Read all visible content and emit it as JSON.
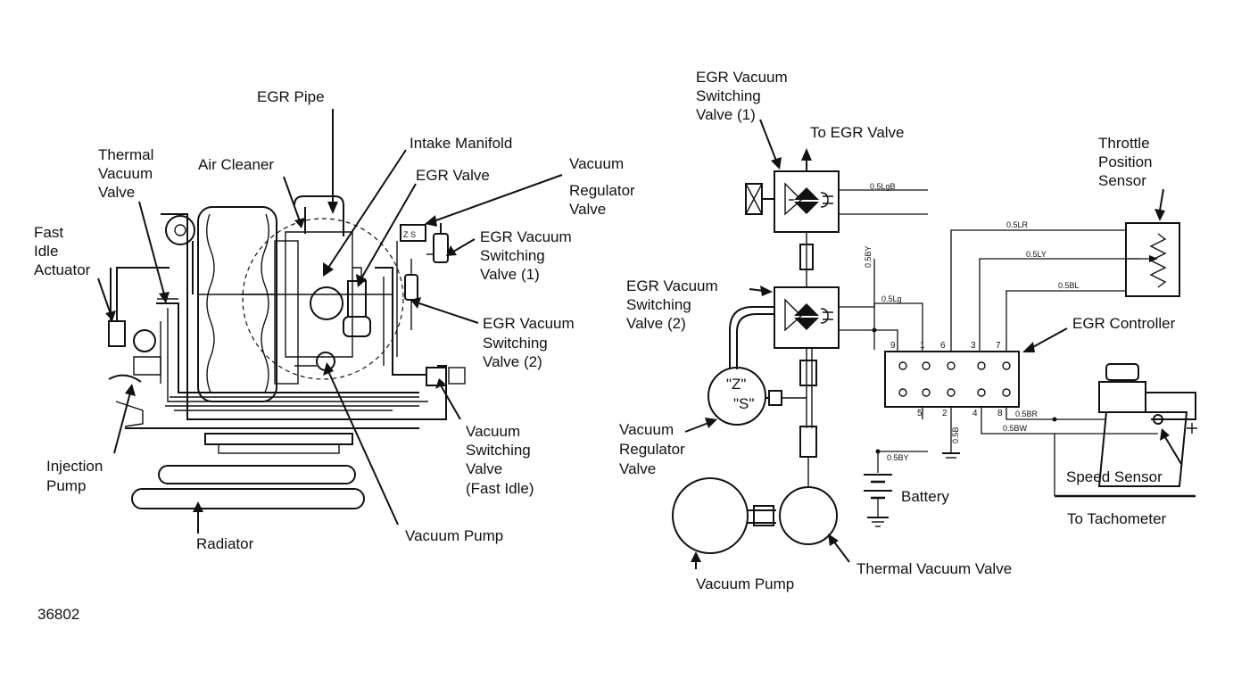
{
  "figure_id": "36802",
  "engine_view": {
    "labels": {
      "egr_pipe": "EGR Pipe",
      "intake_manifold": "Intake Manifold",
      "thermal_vacuum_valve": [
        "Thermal",
        "Vacuum",
        "Valve"
      ],
      "air_cleaner": "Air Cleaner",
      "egr_valve": "EGR Valve",
      "vacuum_regulator_valve": [
        "Vacuum",
        "Regulator",
        "Valve"
      ],
      "fast_idle_actuator": [
        "Fast",
        "Idle",
        "Actuator"
      ],
      "egr_vacuum_switching_valve_1": [
        "EGR Vacuum",
        "Switching",
        "Valve (1)"
      ],
      "egr_vacuum_switching_valve_2": [
        "EGR Vacuum",
        "Switching",
        "Valve (2)"
      ],
      "vacuum_switching_valve_fast_idle": [
        "Vacuum",
        "Switching",
        "Valve",
        "(Fast Idle)"
      ],
      "injection_pump": [
        "Injection",
        "Pump"
      ],
      "vacuum_pump": "Vacuum Pump",
      "radiator": "Radiator",
      "zs_marking": "Z S"
    }
  },
  "schematic": {
    "labels": {
      "egr_vacuum_switching_valve_1": [
        "EGR Vacuum",
        "Switching",
        "Valve (1)"
      ],
      "to_egr_valve": "To EGR Valve",
      "throttle_position_sensor": [
        "Throttle",
        "Position",
        "Sensor"
      ],
      "egr_vacuum_switching_valve_2": [
        "EGR Vacuum",
        "Switching",
        "Valve (2)"
      ],
      "egr_controller": "EGR Controller",
      "vacuum_regulator_valve": [
        "Vacuum",
        "Regulator",
        "Valve"
      ],
      "regulator_z": "\"Z\"",
      "regulator_s": "\"S\"",
      "battery": "Battery",
      "speed_sensor": "Speed Sensor",
      "to_tachometer": "To Tachometer",
      "vacuum_pump": "Vacuum Pump",
      "thermal_vacuum_valve": "Thermal Vacuum Valve"
    },
    "wire_codes": {
      "w_05lgb": "0.5LgB",
      "w_05by_vertical": "0.5BY",
      "w_05lg": "0.5Lg",
      "w_05lr": "0.5LR",
      "w_05ly": "0.5LY",
      "w_05bl": "0.5BL",
      "w_05br": "0.5BR",
      "w_05bw": "0.5BW",
      "w_05b": "0.5B",
      "w_05by_battery": "0.5BY"
    },
    "controller_pins": {
      "top": [
        "9",
        "1",
        "6",
        "3",
        "7"
      ],
      "bottom": [
        "5",
        "2",
        "4",
        "8"
      ]
    }
  }
}
